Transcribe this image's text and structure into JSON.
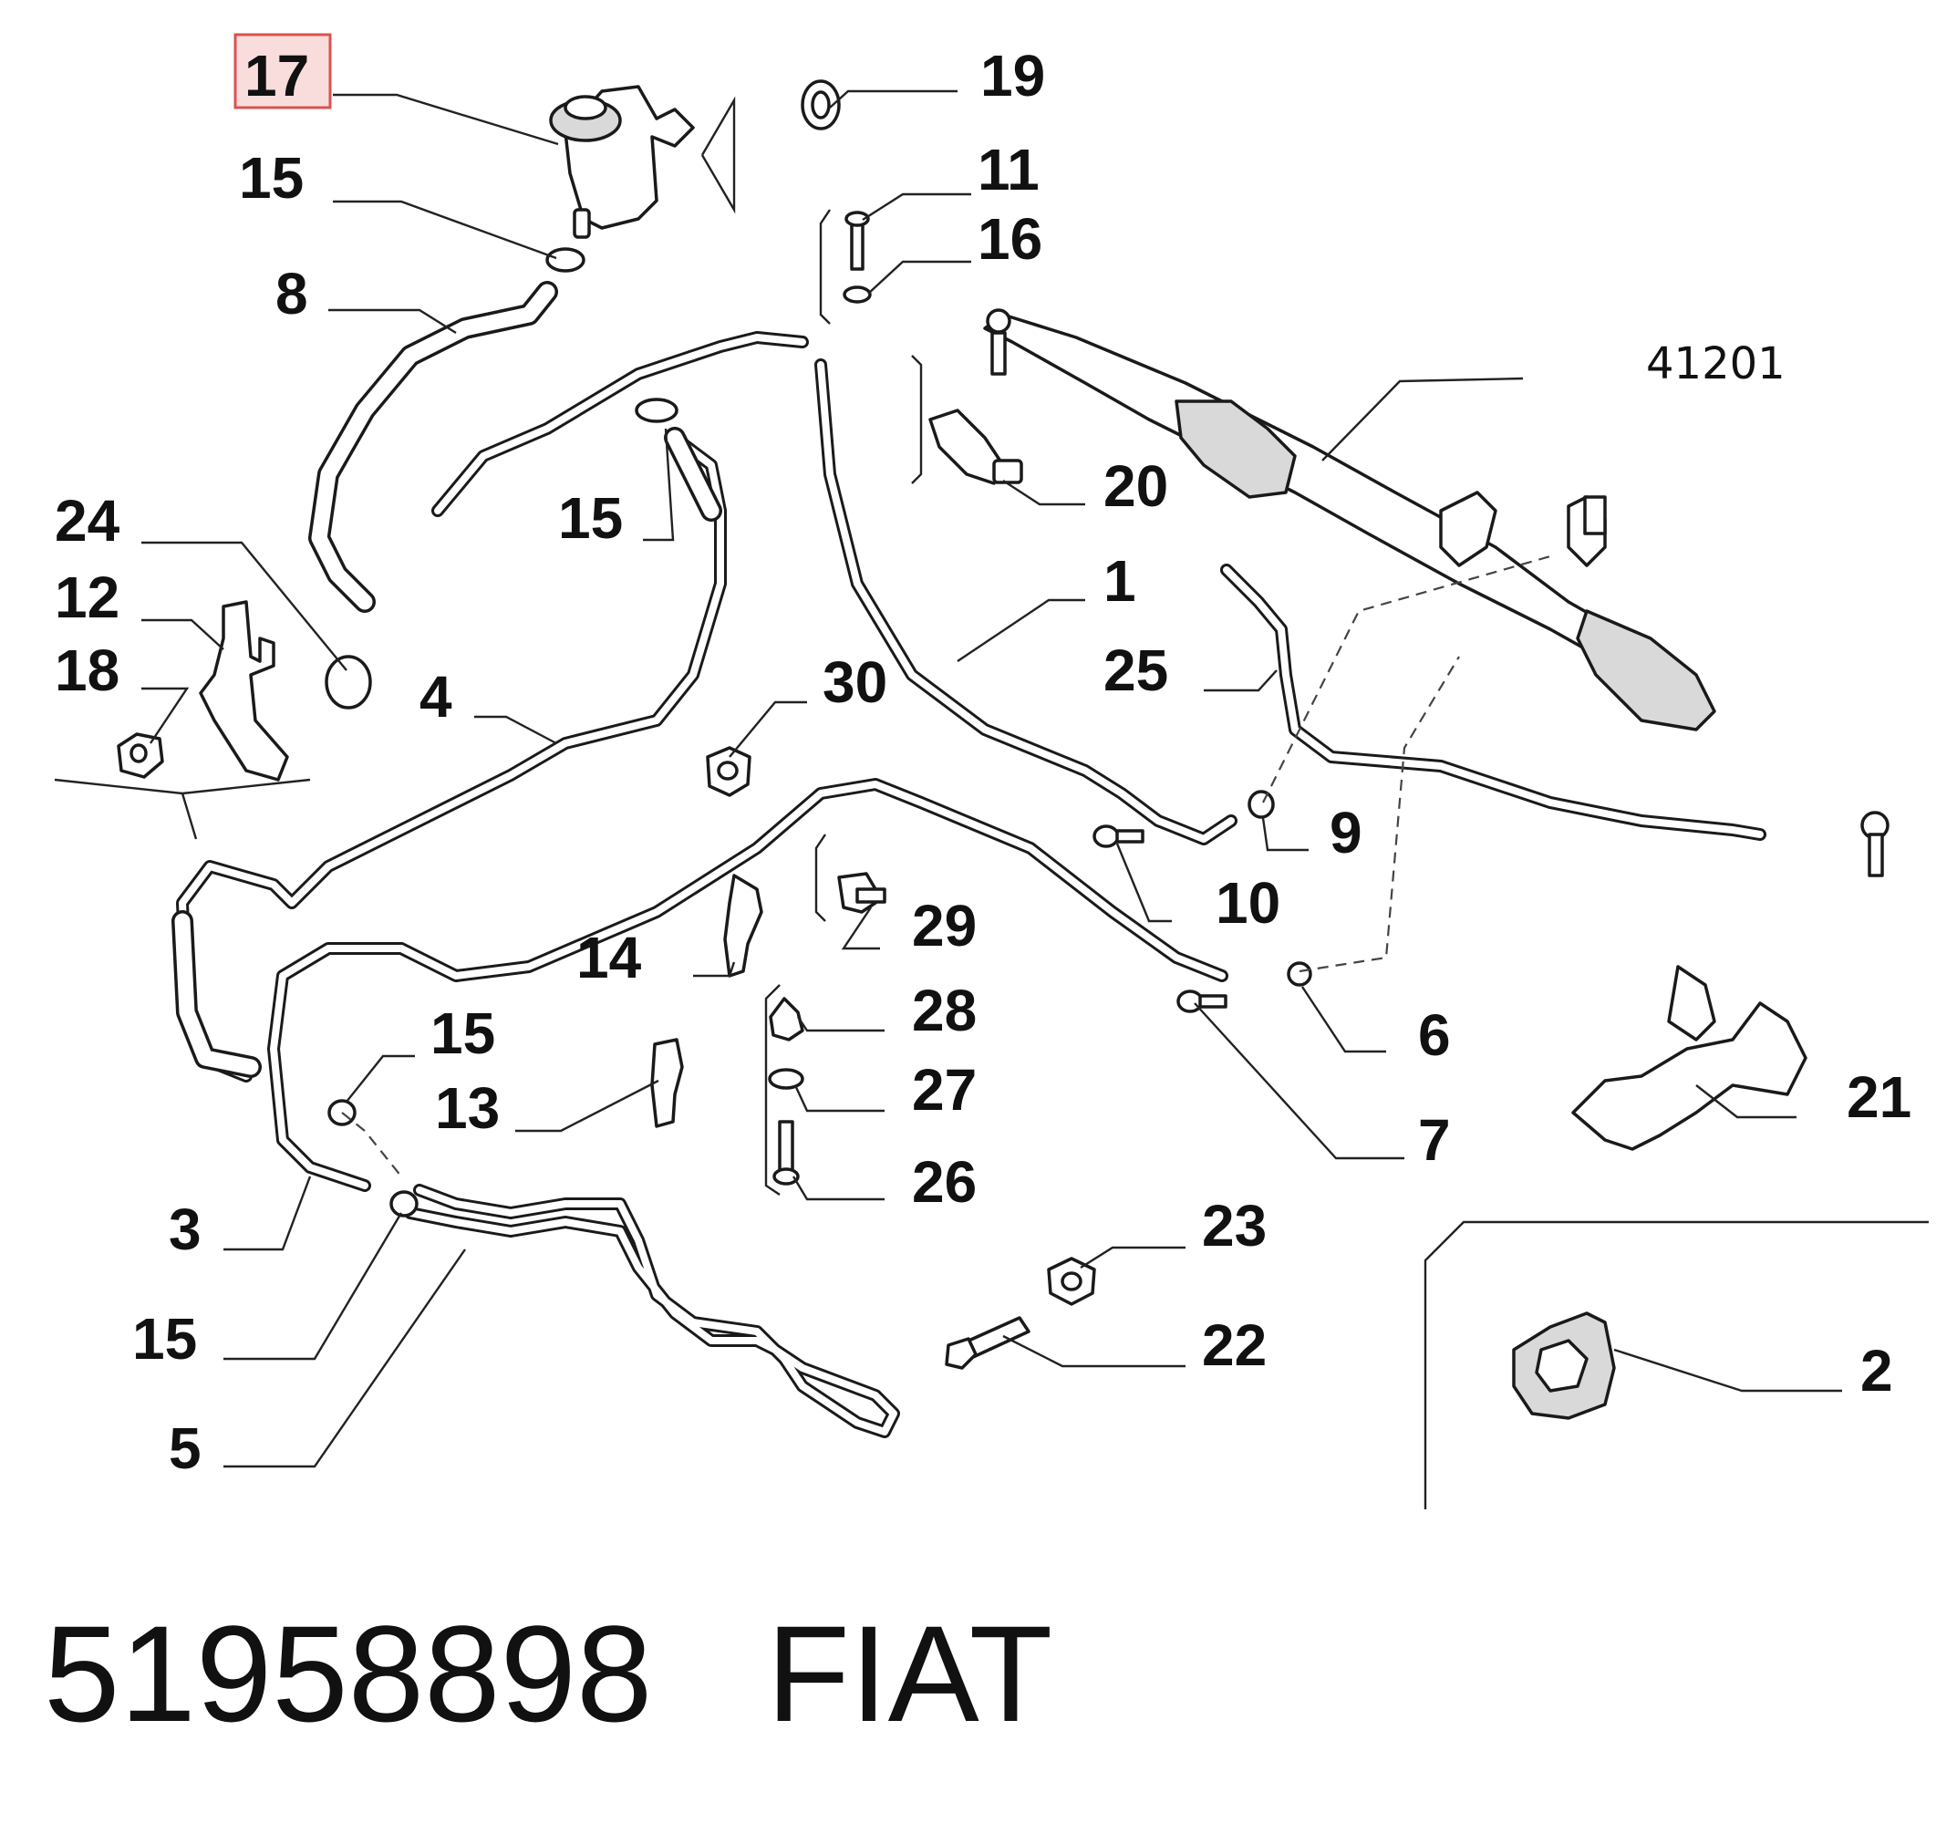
{
  "diagram": {
    "highlighted_part": "17",
    "reference_number": "41201",
    "callouts": {
      "c17": "17",
      "c19": "19",
      "c15a": "15",
      "c11": "11",
      "c16": "16",
      "c8": "8",
      "c20": "20",
      "c15b": "15",
      "c24": "24",
      "c12": "12",
      "c1": "1",
      "c18": "18",
      "c25": "25",
      "c4": "4",
      "c30": "30",
      "c9": "9",
      "c10": "10",
      "c29": "29",
      "c14": "14",
      "c28": "28",
      "c6": "6",
      "c15c": "15",
      "c27": "27",
      "c21": "21",
      "c13": "13",
      "c7": "7",
      "c26": "26",
      "c3": "3",
      "c23": "23",
      "c15d": "15",
      "c22": "22",
      "c2": "2",
      "c5": "5"
    },
    "highlight_color": "#f9dcdc"
  },
  "footer": {
    "part_number": "51958898",
    "brand": "FIAT"
  }
}
